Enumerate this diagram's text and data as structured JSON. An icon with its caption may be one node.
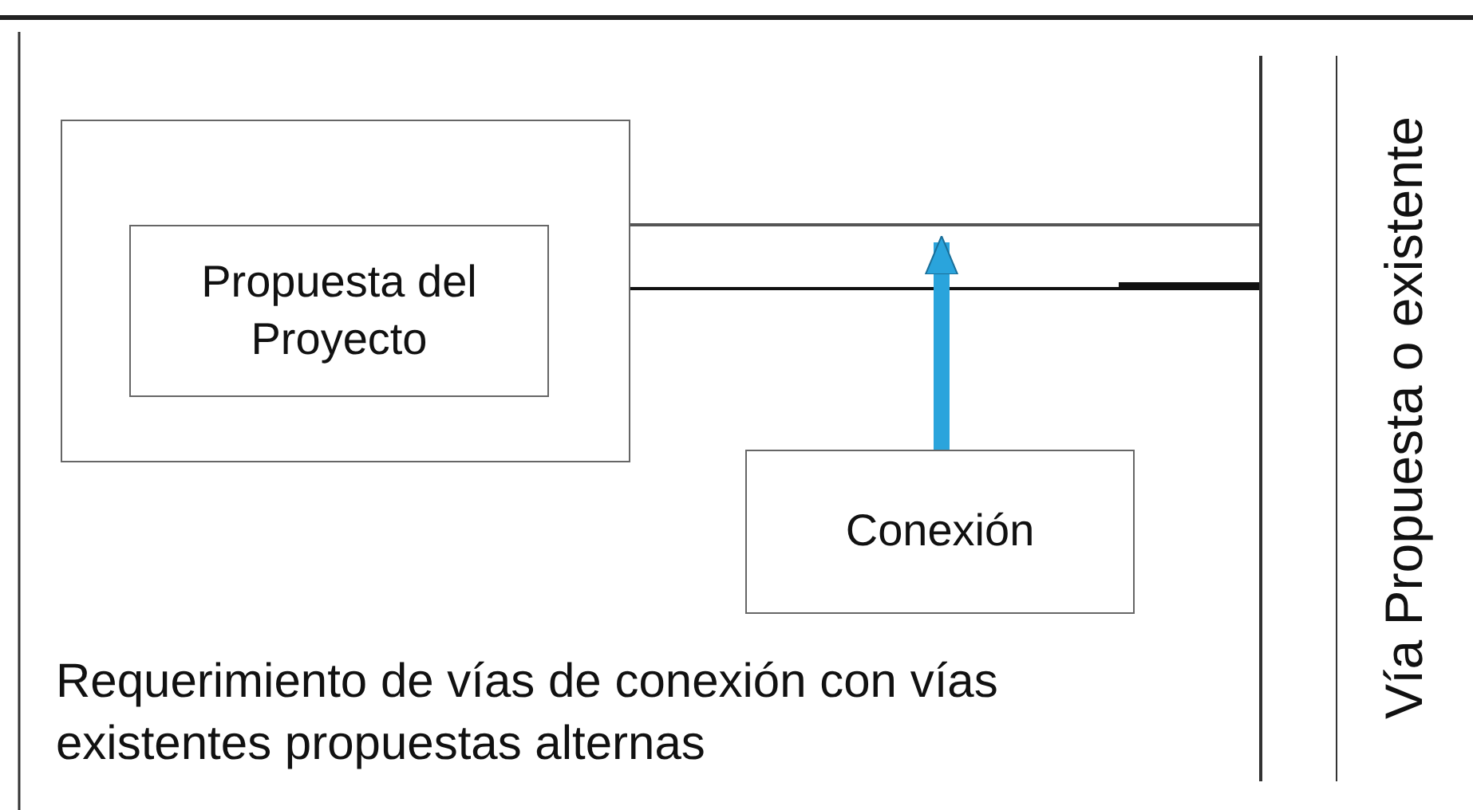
{
  "diagram": {
    "nodes": [
      {
        "text": [],
        "shape": "box"
      },
      {
        "text": [
          "Propuesta del Proyecto"
        ],
        "in": 0
      },
      {
        "text": [
          "Conexión"
        ]
      },
      {
        "text": [
          "Vía Propuesta o existente"
        ]
      },
      {
        "text": [],
        "shape": "bar"
      }
    ],
    "edges": [
      {
        "from": 2,
        "to": 4,
        "arrow": "to",
        "color": "#2aa4dc"
      }
    ],
    "labels": [
      "Requerimiento de vías de conexión con vías existentes propuestas alternas"
    ]
  }
}
